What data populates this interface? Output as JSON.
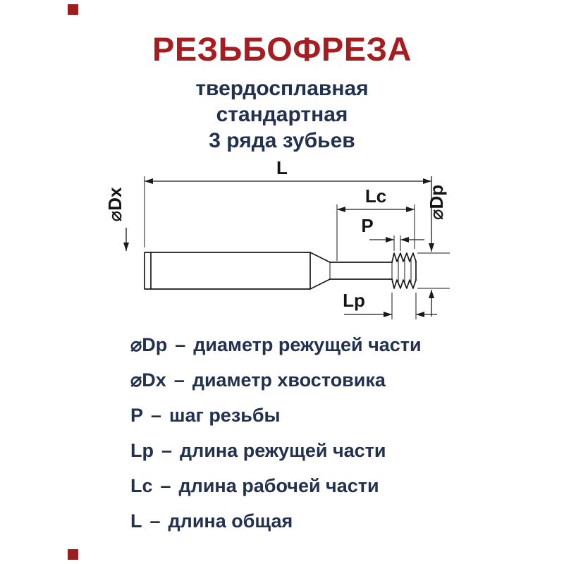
{
  "colors": {
    "title_red": "#a81c1f",
    "text_navy": "#223150",
    "line_black": "#1a1a1a",
    "mark_red": "#9e1b1e"
  },
  "header": {
    "title": "РЕЗЬБОФРЕЗА",
    "subtitles": [
      "твердосплавная",
      "стандартная",
      "3 ряда зубьев"
    ]
  },
  "diagram": {
    "labels": {
      "L": "L",
      "Lc": "Lc",
      "P": "P",
      "Lp": "Lp",
      "Dx": "⌀Dx",
      "Dp": "⌀Dp"
    }
  },
  "legend": {
    "separator": "–",
    "items": [
      {
        "term": "⌀Dp",
        "desc": "диаметр режущей части"
      },
      {
        "term": "⌀Dx",
        "desc": "диаметр хвостовика"
      },
      {
        "term": "P",
        "desc": "шаг резьбы"
      },
      {
        "term": "Lp",
        "desc": "длина режущей части"
      },
      {
        "term": "Lc",
        "desc": "длина рабочей части"
      },
      {
        "term": "L",
        "desc": "длина общая"
      }
    ]
  }
}
